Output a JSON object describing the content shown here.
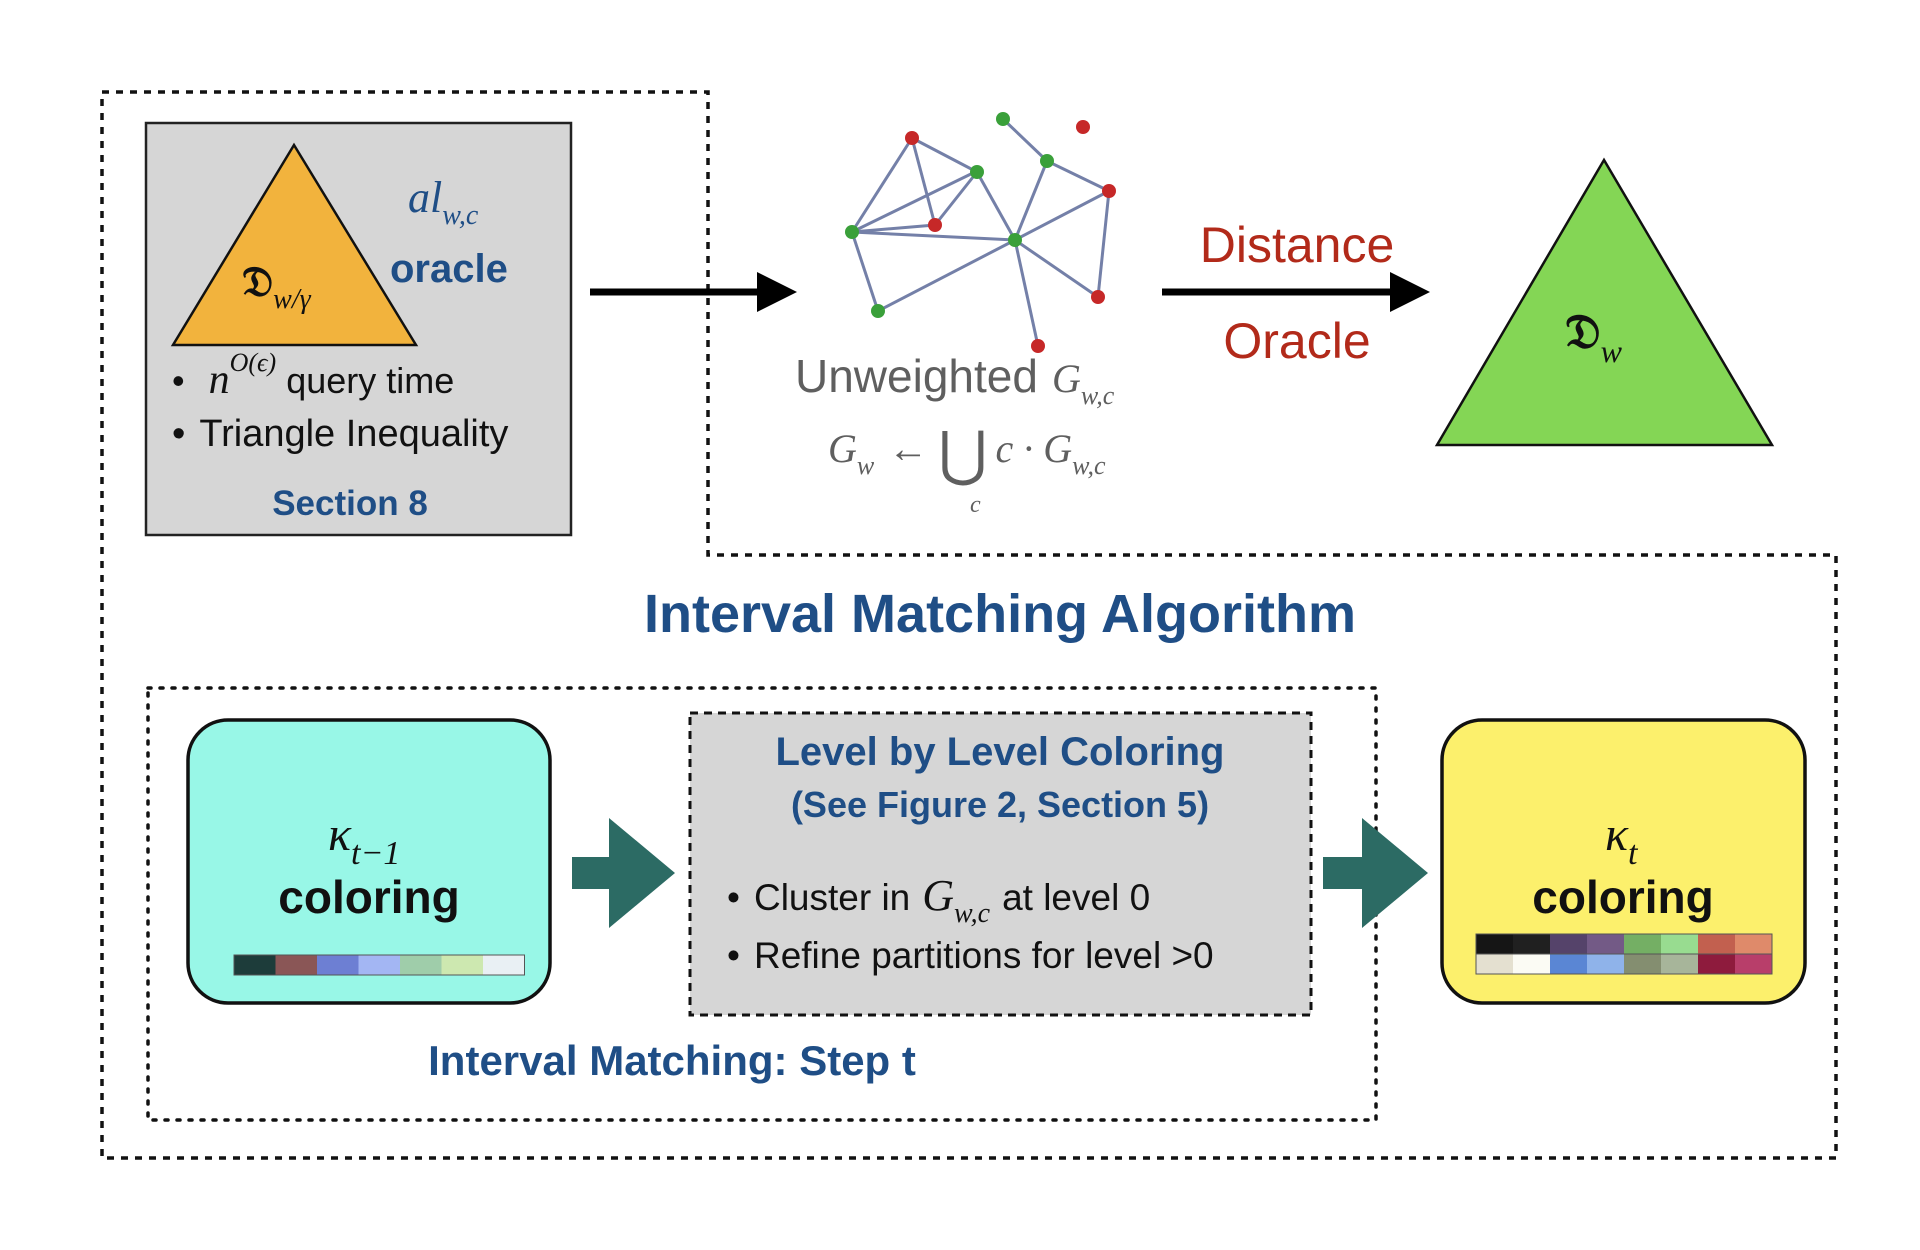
{
  "oracle_box": {
    "triangle_symbol": "𝔇",
    "triangle_subscript": "w/γ",
    "al_symbol": "al",
    "al_subscript": "w,c",
    "oracle_label": "oracle",
    "bullet1_symbol": "n",
    "bullet1_superscript": "O(ϵ)",
    "bullet1_text": "query time",
    "bullet2_text": "Triangle Inequality",
    "section_label": "Section 8"
  },
  "graph_panel": {
    "unweighted_label": "Unweighted",
    "graph_symbol": "G",
    "graph_subscript": "w,c",
    "formula_lhs": "G",
    "formula_lhs_subscript": "w",
    "formula_arrow": "←",
    "formula_union": "⋃",
    "formula_union_index": "c",
    "formula_rhs": "c · G",
    "formula_rhs_subscript": "w,c"
  },
  "distance_oracle": {
    "line1": "Distance",
    "line2": "Oracle",
    "triangle_symbol": "𝔇",
    "triangle_subscript": "w"
  },
  "algorithm_title": "Interval Matching Algorithm",
  "step": {
    "title": "Interval Matching: Step t",
    "prev_symbol": "κ",
    "prev_subscript": "t−1",
    "prev_label": "coloring",
    "prev_palette": [
      "#1d3c3a",
      "#8a5656",
      "#6d7fd3",
      "#a3b6f3",
      "#9fcdaa",
      "#cde8b0",
      "#e9f0f4"
    ],
    "level_title": "Level by Level Coloring",
    "level_subtitle": "(See Figure 2, Section 5)",
    "level_bullet1_pre": "Cluster in",
    "level_bullet1_symbol": "G",
    "level_bullet1_subscript": "w,c",
    "level_bullet1_post": "at level 0",
    "level_bullet2": "Refine partitions for level >0",
    "next_symbol": "κ",
    "next_subscript": "t",
    "next_label": "coloring",
    "next_palette_row1": [
      "#151515",
      "#202020",
      "#55436a",
      "#735a86",
      "#74af64",
      "#98dc90",
      "#c2604f",
      "#df8a6a"
    ],
    "next_palette_row2": [
      "#e4e0d0",
      "#fbfbf4",
      "#5a86d4",
      "#8fb3ea",
      "#848e70",
      "#a7b59a",
      "#8e1b3d",
      "#b83e6a"
    ]
  },
  "colors": {
    "title_blue": "#1f4e86",
    "distance_red": "#b22a1a",
    "orange_triangle": "#f2b33d",
    "green_triangle": "#84d655",
    "cyan_box": "#98f7e7",
    "yellow_box": "#fcf06c",
    "teal_arrow": "#2c6b64",
    "gray_box": "#d6d6d6"
  }
}
